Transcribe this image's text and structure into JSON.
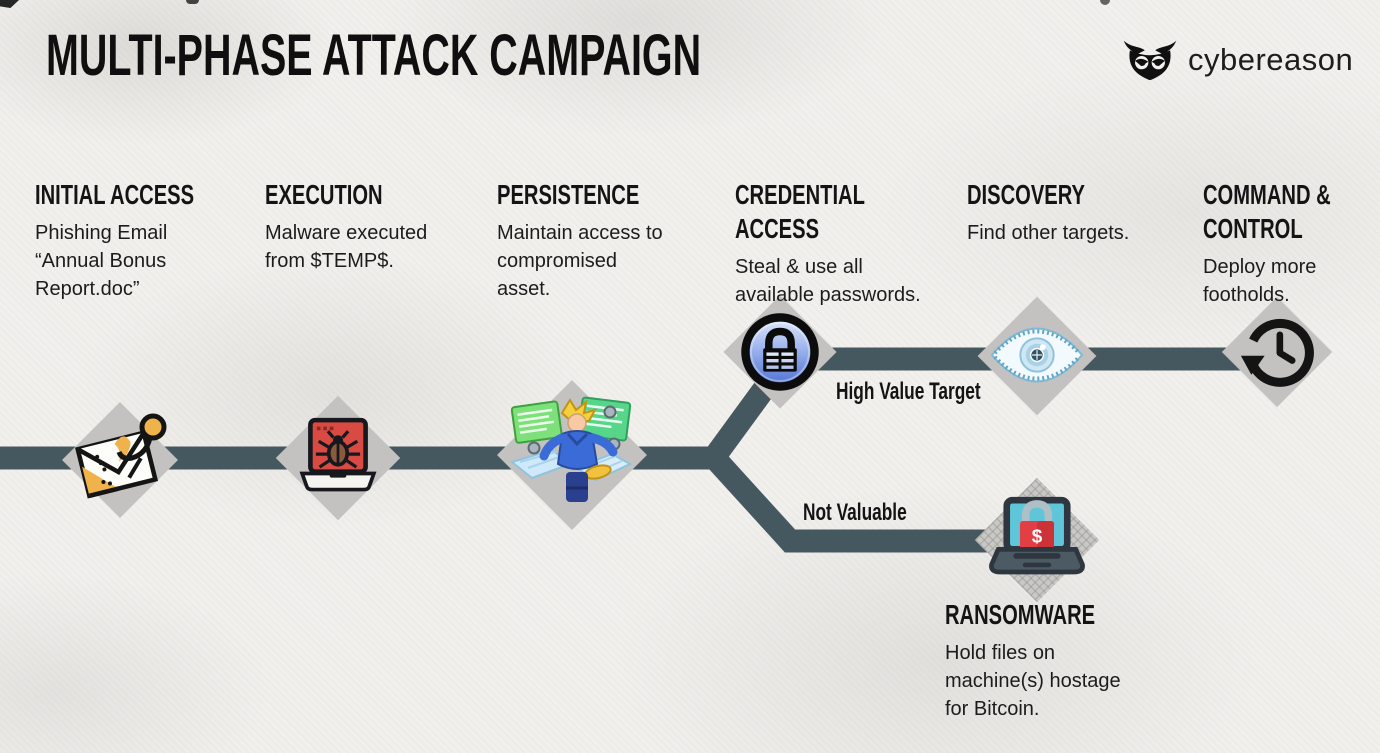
{
  "title": "MULTI-PHASE ATTACK CAMPAIGN",
  "brand": {
    "wordmark": "cybereason"
  },
  "phases": {
    "initial_access": {
      "title": "INITIAL ACCESS",
      "desc": "Phishing Email\n“Annual Bonus\nReport.doc”"
    },
    "execution": {
      "title": "EXECUTION",
      "desc": "Malware executed\nfrom $TEMP$."
    },
    "persistence": {
      "title": "PERSISTENCE",
      "desc": "Maintain access to\ncompromised\nasset."
    },
    "credential_access": {
      "title": "CREDENTIAL\nACCESS",
      "desc": "Steal & use all\navailable passwords."
    },
    "discovery": {
      "title": "DISCOVERY",
      "desc": "Find other targets."
    },
    "command_control": {
      "title": "COMMAND &\nCONTROL",
      "desc": "Deploy more\nfootholds."
    },
    "ransomware": {
      "title": "RANSOMWARE",
      "desc": "Hold files on\nmachine(s) hostage\nfor Bitcoin."
    }
  },
  "branch_labels": {
    "high_value": "High Value Target",
    "not_valuable": "Not Valuable"
  },
  "flow": {
    "main_sequence": [
      "INITIAL ACCESS",
      "EXECUTION",
      "PERSISTENCE"
    ],
    "branch_high_value": [
      "CREDENTIAL ACCESS",
      "DISCOVERY",
      "COMMAND & CONTROL"
    ],
    "branch_not_valuable": [
      "RANSOMWARE"
    ]
  },
  "icons": {
    "initial_access": "phishing-envelope-hook-icon",
    "execution": "laptop-malware-bug-icon",
    "persistence": "hacker-character-icon",
    "credential_access": "keepass-padlock-icon",
    "discovery": "eye-icon",
    "command_control": "clock-history-icon",
    "ransomware": "laptop-ransom-lock-icon",
    "brand": "owl-icon"
  },
  "colors": {
    "background": "#f1f0ed",
    "path_line": "#46585f",
    "diamond_gray": "#c3c2c0",
    "title_text": "#0f0f0f",
    "malware_red": "#d84a42",
    "phish_yellow": "#f0b24a",
    "keepass_blue": "#6c8ede",
    "eye_blue": "#a9d2e6",
    "ransom_screen_teal": "#5ec6d8",
    "ransom_lock_red": "#e23f44"
  }
}
